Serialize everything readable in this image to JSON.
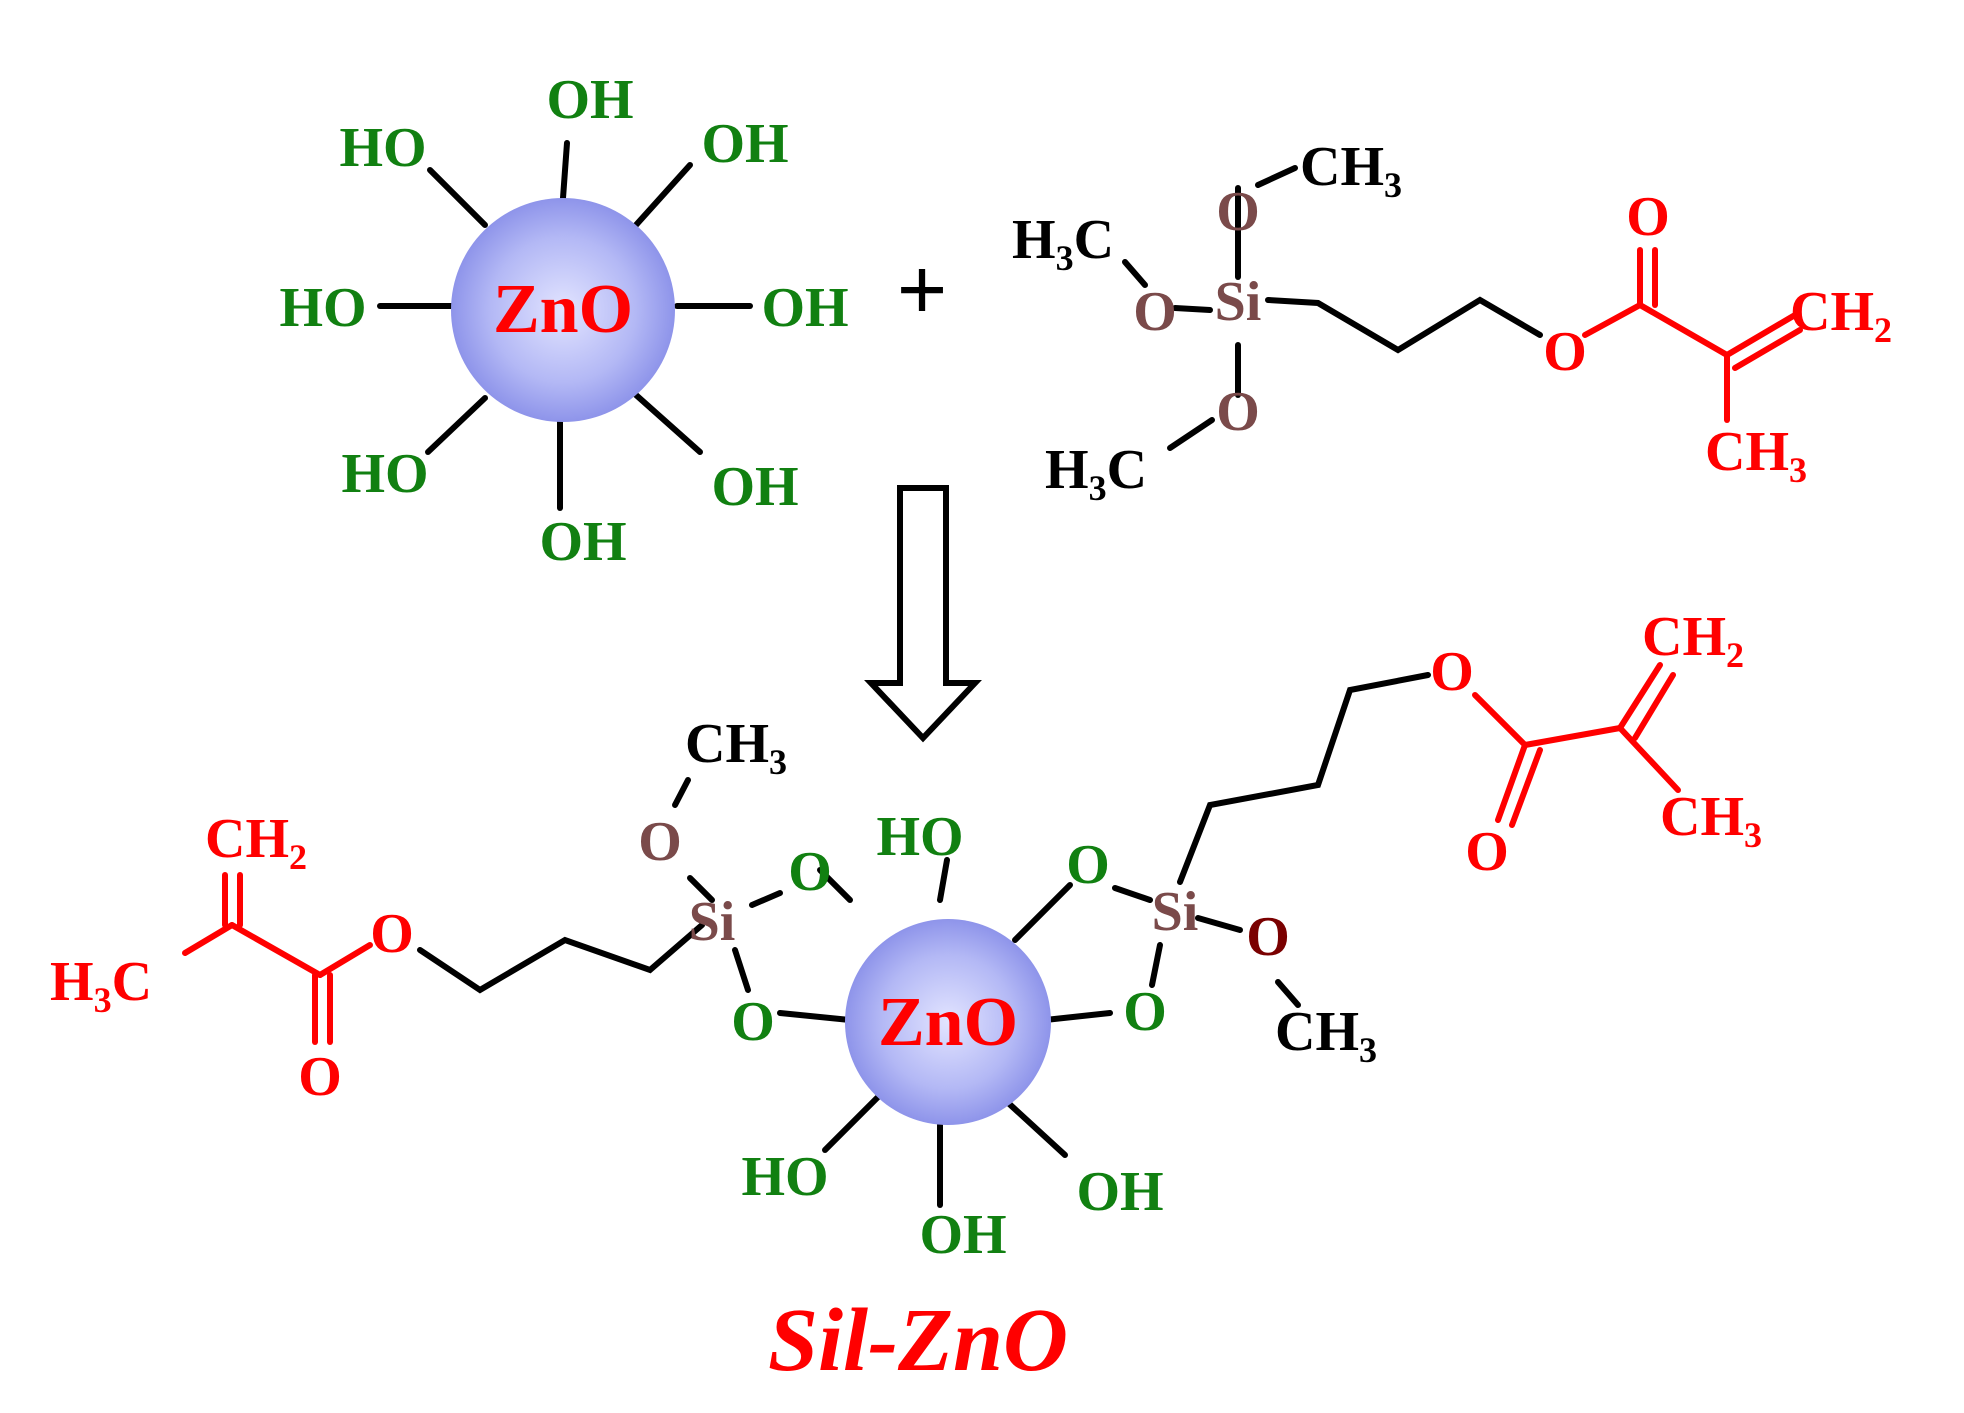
{
  "reactant_particle": {
    "core_label": "ZnO",
    "hydroxyls": [
      "OH",
      "OH",
      "OH",
      "OH",
      "OH",
      "HO",
      "HO",
      "HO"
    ]
  },
  "plus_sign": "+",
  "silane": {
    "si": "Si",
    "o_top": "O",
    "o_left": "O",
    "o_bottom": "O",
    "ch3_top": "CH",
    "ch3_top_sub": "3",
    "h3c_left": "H",
    "h3c_left_sub": "3",
    "h3c_left_c": "C",
    "h3c_bottom": "H",
    "h3c_bottom_sub": "3",
    "h3c_bottom_c": "C",
    "ester_o": "O",
    "carbonyl_o": "O",
    "ch2": "CH",
    "ch2_sub": "2",
    "ch3": "CH",
    "ch3_sub": "3"
  },
  "product_particle": {
    "core_label": "ZnO",
    "ho_top": "HO",
    "ho_bl": "HO",
    "oh_b": "OH",
    "oh_br": "OH",
    "left_o1": "O",
    "left_o2": "O",
    "right_o1": "O",
    "right_o2": "O"
  },
  "left_silane": {
    "si": "Si",
    "o_methoxy": "O",
    "ch3": "CH",
    "ch3_sub": "3",
    "ester_o": "O",
    "carbonyl_o": "O",
    "ch2": "CH",
    "ch2_sub": "2",
    "h3c": "H",
    "h3c_sub": "3",
    "h3c_c": "C"
  },
  "right_silane": {
    "si": "Si",
    "o_methoxy": "O",
    "ch3": "CH",
    "ch3_sub": "3",
    "ester_o": "O",
    "carbonyl_o": "O",
    "ch2": "CH",
    "ch2_sub": "2",
    "ch3b": "CH",
    "ch3b_sub": "3"
  },
  "caption": "Sil-ZnO",
  "colors": {
    "hydroxyl": "#118011",
    "methacrylate": "#ff0000",
    "silicon": "#7a4a4a",
    "core_fill": "#9fa6ef"
  }
}
